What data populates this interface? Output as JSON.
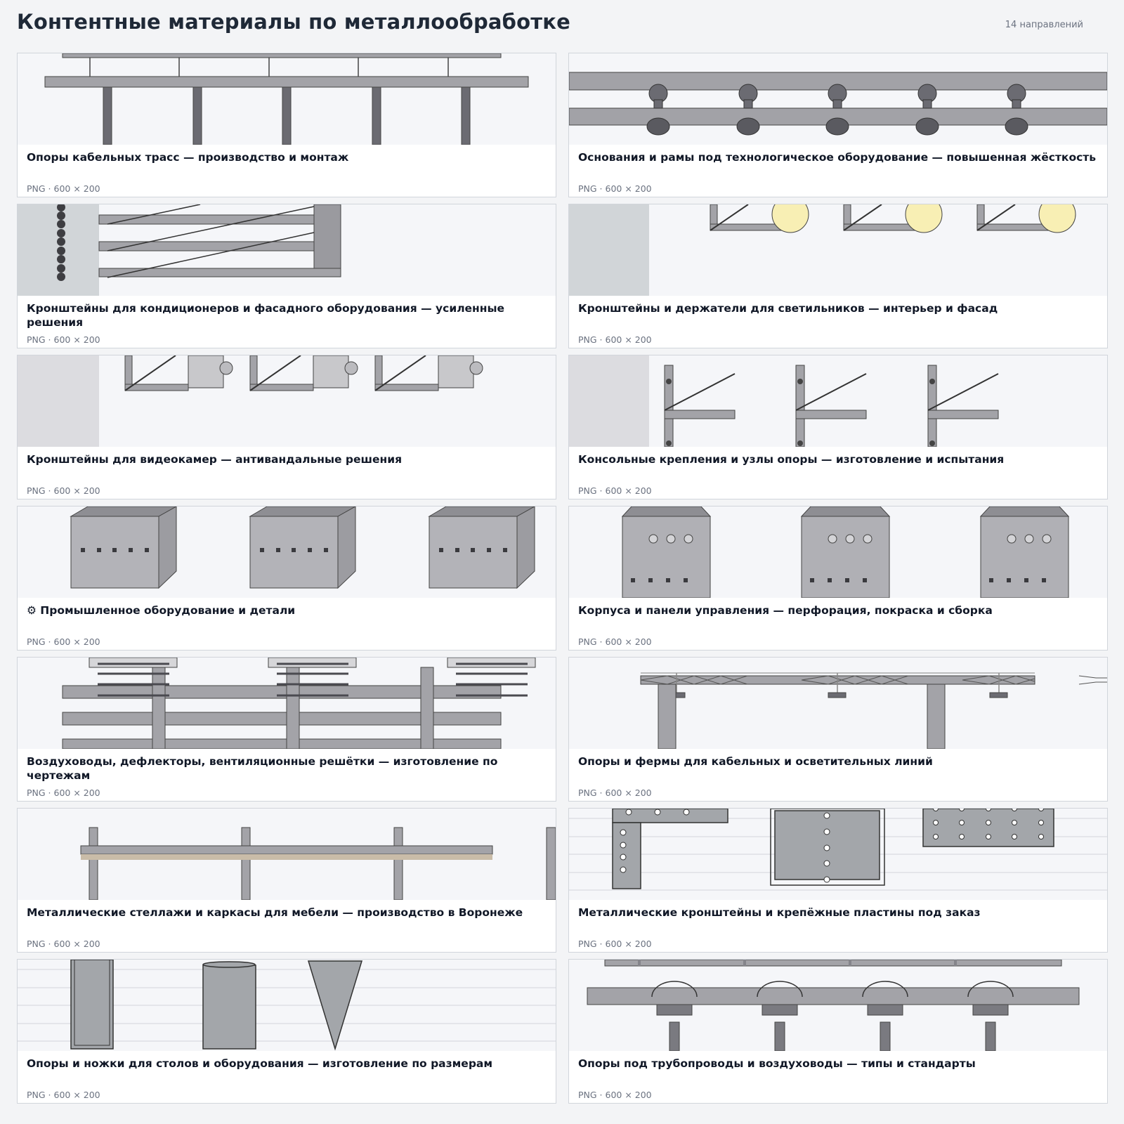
{
  "header": {
    "title": "Контентные материалы по металлообработке",
    "count_label": "14 направлений"
  },
  "cards": [
    {
      "title": "Опоры кабельных трасс — производство и монтаж",
      "meta": "PNG · 600 × 200",
      "illustration": "cable-tray-supports"
    },
    {
      "title": "Основания и рамы под технологическое оборудование — повышенная жёсткость",
      "meta": "PNG · 600 × 200",
      "illustration": "equipment-frames"
    },
    {
      "title": "Кронштейны для кондиционеров и фасадного оборудования — усиленные решения",
      "meta": "PNG · 600 × 200",
      "illustration": "ac-brackets"
    },
    {
      "title": "Кронштейны и держатели для светильников — интерьер и фасад",
      "meta": "PNG · 600 × 200",
      "illustration": "lamp-brackets"
    },
    {
      "title": "Кронштейны для видеокамер — антивандальные решения",
      "meta": "PNG · 600 × 200",
      "illustration": "camera-brackets"
    },
    {
      "title": "Консольные крепления и узлы опоры — изготовление и испытания",
      "meta": "PNG · 600 × 200",
      "illustration": "cantilever-mounts"
    },
    {
      "title": "⚙ Промышленное оборудование и детали",
      "meta": "PNG · 600 × 200",
      "illustration": "industrial-boxes"
    },
    {
      "title": "Корпуса и панели управления — перфорация, покраска и сборка",
      "meta": "PNG · 600 × 200",
      "illustration": "control-enclosures"
    },
    {
      "title": "Воздуховоды, дефлекторы, вентиляционные решётки — изготовление по чертежам",
      "meta": "PNG · 600 × 200",
      "illustration": "ventilation-ducts"
    },
    {
      "title": "Опоры и фермы для кабельных и осветительных линий",
      "meta": "PNG · 600 × 200",
      "illustration": "truss-supports"
    },
    {
      "title": "Металлические стеллажи и каркасы для мебели — производство в Воронеже",
      "meta": "PNG · 600 × 200",
      "illustration": "shelving-frames"
    },
    {
      "title": "Металлические кронштейны и крепёжные пластины под заказ",
      "meta": "PNG · 600 × 200",
      "illustration": "mounting-plates"
    },
    {
      "title": "Опоры и ножки для столов и оборудования — изготовление по размерам",
      "meta": "PNG · 600 × 200",
      "illustration": "table-legs"
    },
    {
      "title": "Опоры под трубопроводы и воздуховоды — типы и стандарты",
      "meta": "PNG · 600 × 200",
      "illustration": "pipe-supports"
    }
  ]
}
